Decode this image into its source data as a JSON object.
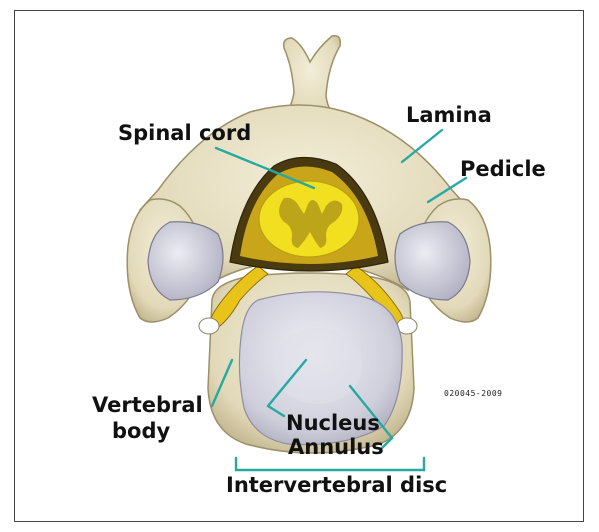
{
  "labels": {
    "spinal_cord": "Spinal cord",
    "lamina": "Lamina",
    "pedicle": "Pedicle",
    "vertebral_body_line1": "Vertebral",
    "vertebral_body_line2": "body",
    "nucleus": "Nucleus",
    "annulus": "Annulus",
    "intervertebral_disc": "Intervertebral disc"
  },
  "credit": "020045-2009",
  "colors": {
    "bone": "#e6dfc5",
    "bone_shadow": "#b9ad86",
    "cord": "#f2e020",
    "cord_gray_matter": "#b39a18",
    "canal_dark": "#4a3a10",
    "disc": "#d4d4e0",
    "leader_line": "#27a9a3"
  }
}
